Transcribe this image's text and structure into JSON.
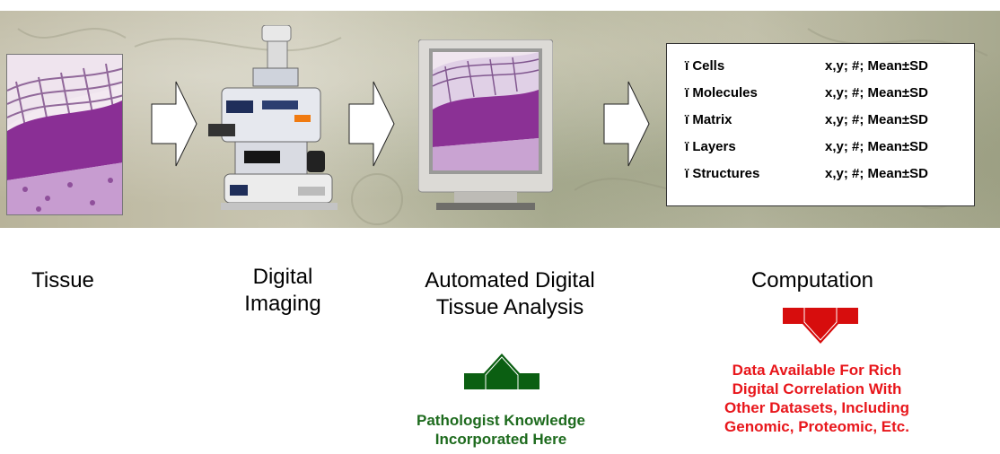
{
  "data_box": {
    "rows": [
      {
        "label": "ï Cells",
        "value": "x,y; #; Mean±SD"
      },
      {
        "label": "ï Molecules",
        "value": "x,y; #; Mean±SD"
      },
      {
        "label": "ï Matrix",
        "value": "x,y; #; Mean±SD"
      },
      {
        "label": "ï Layers",
        "value": "x,y; #; Mean±SD"
      },
      {
        "label": "ï Structures",
        "value": "x,y; #; Mean±SD"
      }
    ]
  },
  "captions": {
    "tissue": "Tissue",
    "digital_imaging_1": "Digital",
    "digital_imaging_2": "Imaging",
    "analysis_1": "Automated Digital",
    "analysis_2": "Tissue Analysis",
    "computation": "Computation"
  },
  "notes": {
    "pathologist_1": "Pathologist Knowledge",
    "pathologist_2": "Incorporated Here",
    "data_1": "Data Available For Rich",
    "data_2": "Digital Correlation With",
    "data_3": "Other Datasets, Including",
    "data_4": "Genomic, Proteomic, Etc."
  },
  "colors": {
    "green": "#1e6b1e",
    "red": "#e8161b",
    "arrow_green": "#0b5f12",
    "arrow_red": "#d70d0d"
  }
}
